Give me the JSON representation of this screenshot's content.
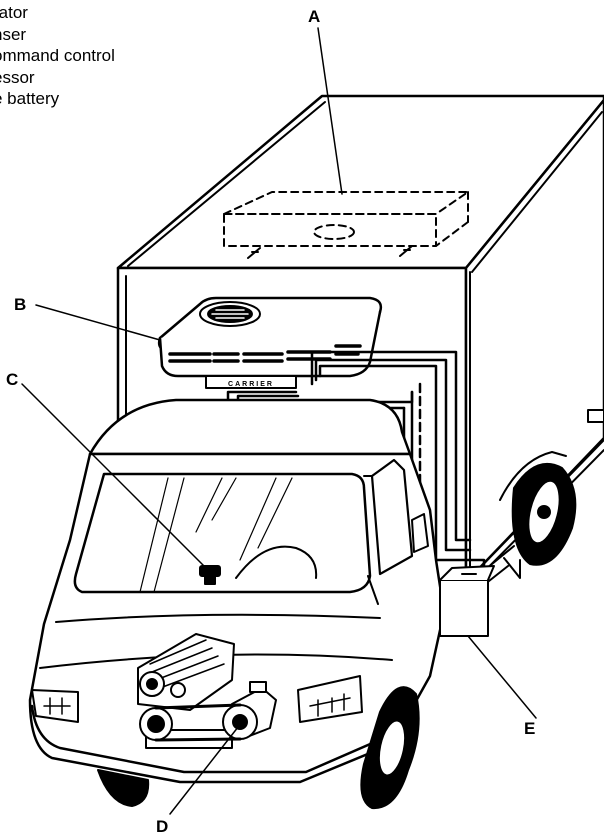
{
  "legend": [
    {
      "key": "A",
      "text": "rator"
    },
    {
      "key": "B",
      "text": "nser"
    },
    {
      "key": "C",
      "text": "ommand control"
    },
    {
      "key": "D",
      "text": "essor"
    },
    {
      "key": "E",
      "text": "e battery"
    }
  ],
  "callouts": {
    "a": "A",
    "b": "B",
    "c": "C",
    "d": "D",
    "e": "E"
  },
  "unit": {
    "brand_plate": "CARRIER"
  },
  "colors": {
    "line": "#000000",
    "background": "#ffffff"
  }
}
